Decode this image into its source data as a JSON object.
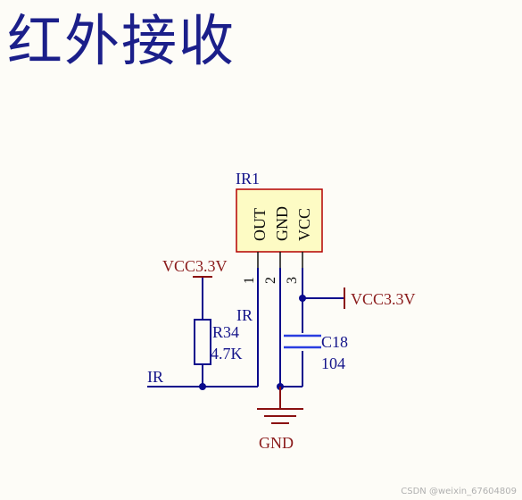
{
  "title": "红外接收",
  "component": {
    "ref": "IR1",
    "pins": [
      {
        "number": "1",
        "name": "OUT"
      },
      {
        "number": "2",
        "name": "GND"
      },
      {
        "number": "3",
        "name": "VCC"
      }
    ]
  },
  "net_labels": {
    "vcc_top": "VCC3.3V",
    "vcc_right": "VCC3.3V",
    "ir_pin": "IR",
    "ir_left": "IR",
    "gnd": "GND"
  },
  "resistor": {
    "ref": "R34",
    "value": "4.7K"
  },
  "capacitor": {
    "ref": "C18",
    "value": "104"
  },
  "watermark": "CSDN @weixin_67604809",
  "colors": {
    "wire": "#0a0a8c",
    "label_blue": "#14148a",
    "label_red": "#8a1a1a",
    "power": "#8a1010",
    "ic_fill": "#fdfbc4",
    "ic_border": "#b30000",
    "cap": "#2a3de0",
    "title": "#1b1f8a"
  }
}
